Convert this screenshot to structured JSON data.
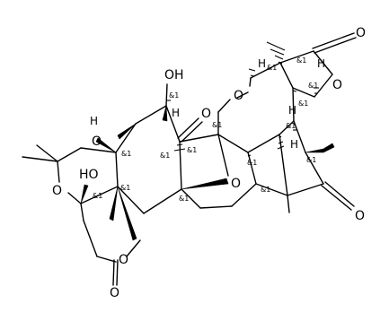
{
  "structure": {
    "atom_labels": {
      "oh_top": "OH",
      "oh_left": "HO",
      "o_ketone_top": "O",
      "o_lactone_top_carbonyl": "O",
      "o_ring_pyran": "O",
      "o_ring_lactone_top": "O",
      "o_ketone_right": "O",
      "o_bridge": "O",
      "o_dioxolane_upper": "O",
      "o_dioxolane_lower": "O",
      "o_lactone_bottom_ring": "O",
      "o_lactone_bottom_carbonyl": "O"
    },
    "h_label": "H",
    "stereo_label": "&1"
  }
}
